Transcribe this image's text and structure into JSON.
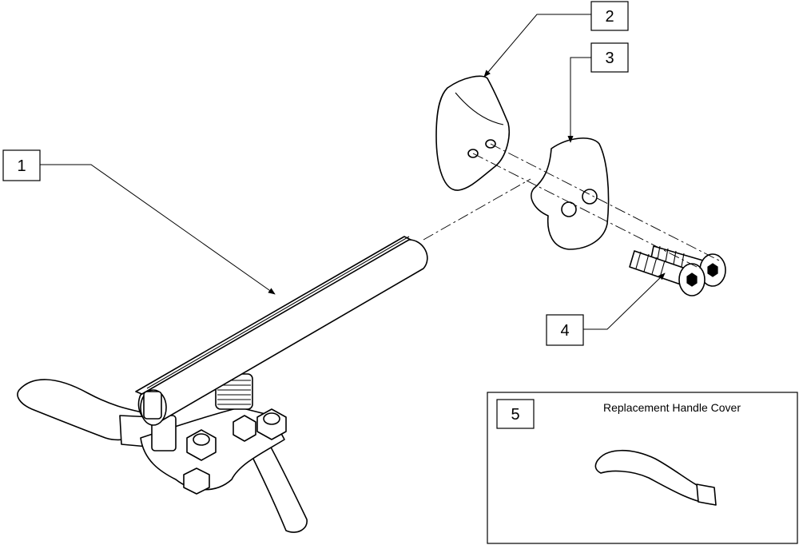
{
  "callouts": [
    {
      "id": "1",
      "label": "1"
    },
    {
      "id": "2",
      "label": "2"
    },
    {
      "id": "3",
      "label": "3"
    },
    {
      "id": "4",
      "label": "4"
    },
    {
      "id": "5",
      "label": "5"
    }
  ],
  "inset": {
    "title": "Replacement Handle Cover"
  }
}
